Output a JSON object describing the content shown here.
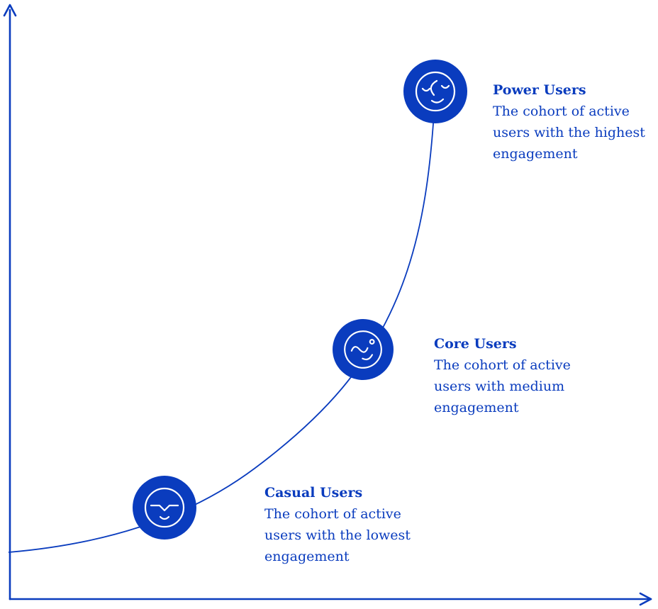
{
  "colors": {
    "primary": "#0a3cbe",
    "icon_stroke": "#ffffff",
    "background": "#ffffff"
  },
  "diagram": {
    "type": "engagement-growth-curve",
    "axes": {
      "x_axis": "unlabeled horizontal axis with arrowhead",
      "y_axis": "unlabeled vertical axis with arrowhead"
    },
    "stages": [
      {
        "id": "casual",
        "label": "Casual Users",
        "description": "The cohort of active users with the lowest engagement",
        "icon": "casual-user-face-icon"
      },
      {
        "id": "core",
        "label": "Core Users",
        "description": "The cohort of active users with medium engagement",
        "icon": "core-user-face-icon"
      },
      {
        "id": "power",
        "label": "Power Users",
        "description": "The cohort of active users with the highest engagement",
        "icon": "power-user-face-icon"
      }
    ]
  }
}
